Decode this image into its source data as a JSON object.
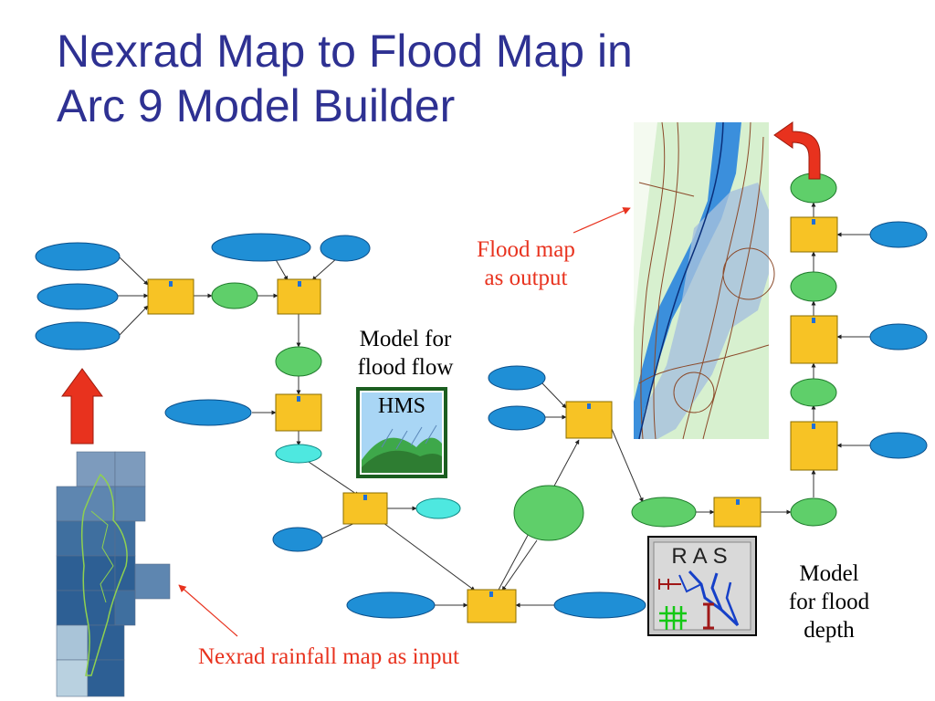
{
  "title": {
    "line1": "Nexrad Map to Flood Map in",
    "line2": "Arc 9 Model Builder"
  },
  "captions": {
    "flood_map_output_1": "Flood map",
    "flood_map_output_2": "as output",
    "model_flow_1": "Model for",
    "model_flow_2": "flood flow",
    "hms": "HMS",
    "model_depth_1": "Model",
    "model_depth_2": "for flood",
    "model_depth_3": "depth",
    "nexrad_input": "Nexrad rainfall map as input"
  },
  "ras_logo_text": "RAS",
  "colors": {
    "title": "#2e3192",
    "caption_red": "#e8321e",
    "data_node": "#1f8fd6",
    "tool_node": "#f7c325",
    "output_node": "#5fcf6a",
    "cyan_node": "#4ee8e0",
    "arrow_red": "#e8321e"
  }
}
